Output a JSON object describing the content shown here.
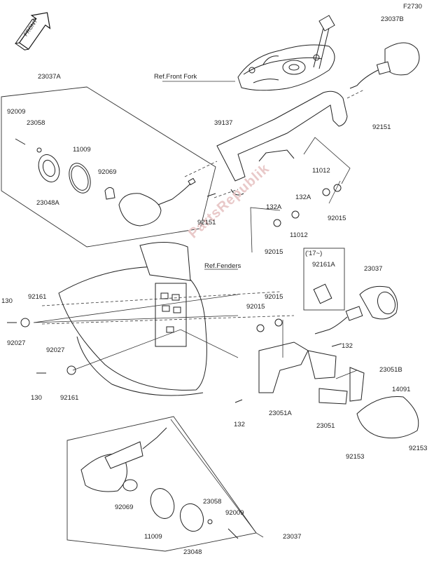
{
  "figure_code": "F2730",
  "front_marker": "FRONT",
  "watermark": "PartsRepublik",
  "refs": {
    "front_fork": "Ref.Front Fork",
    "fenders": "Ref.Fenders"
  },
  "note_box": {
    "year": "('17~)",
    "part": "92161A"
  },
  "labels": {
    "l23037A": "23037A",
    "l23037B": "23037B",
    "l92009a": "92009",
    "l23058a": "23058",
    "l11009a": "11009",
    "l92069a": "92069",
    "l23048A": "23048A",
    "l39137": "39137",
    "l92151a": "92151",
    "l92151b": "92151",
    "l11012a": "11012",
    "l132A_a": "132A",
    "l132A_b": "132A",
    "l92015a": "92015",
    "l11012b": "11012",
    "l92015b": "92015",
    "l23037": "23037",
    "l92015c": "92015",
    "l92015d": "92015",
    "l130a": "130",
    "l92161a": "92161",
    "l92027a": "92027",
    "l92027b": "92027",
    "l130b": "130",
    "l92161b": "92161",
    "l132a": "132",
    "l23051B": "23051B",
    "l14091": "14091",
    "l132b": "132",
    "l23051A": "23051A",
    "l23051": "23051",
    "l92153a": "92153",
    "l92153b": "92153",
    "l23058b": "23058",
    "l92009b": "92009",
    "l92069b": "92069",
    "l11009b": "11009",
    "l23048": "23048",
    "l23037c": "23037"
  }
}
